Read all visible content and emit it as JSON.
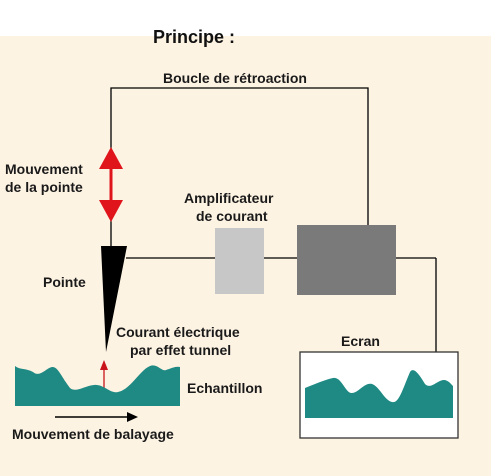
{
  "title": "Principe :",
  "labels": {
    "feedback_loop": "Boucle de rétroaction",
    "tip_movement_line1": "Mouvement",
    "tip_movement_line2": "de la pointe",
    "amplifier_line1": "Amplificateur",
    "amplifier_line2": "de courant",
    "tip": "Pointe",
    "current_line1": "Courant électrique",
    "current_line2": "par effet tunnel",
    "screen": "Ecran",
    "sample": "Echantillon",
    "scan_movement": "Mouvement de balayage"
  },
  "colors": {
    "background": "#fdf3e3",
    "sample": "#1f8a84",
    "arrow_red": "#e0141b",
    "amplifier": "#c7c7c7",
    "screen_unit": "#7a7a7a",
    "wire": "#000000"
  }
}
